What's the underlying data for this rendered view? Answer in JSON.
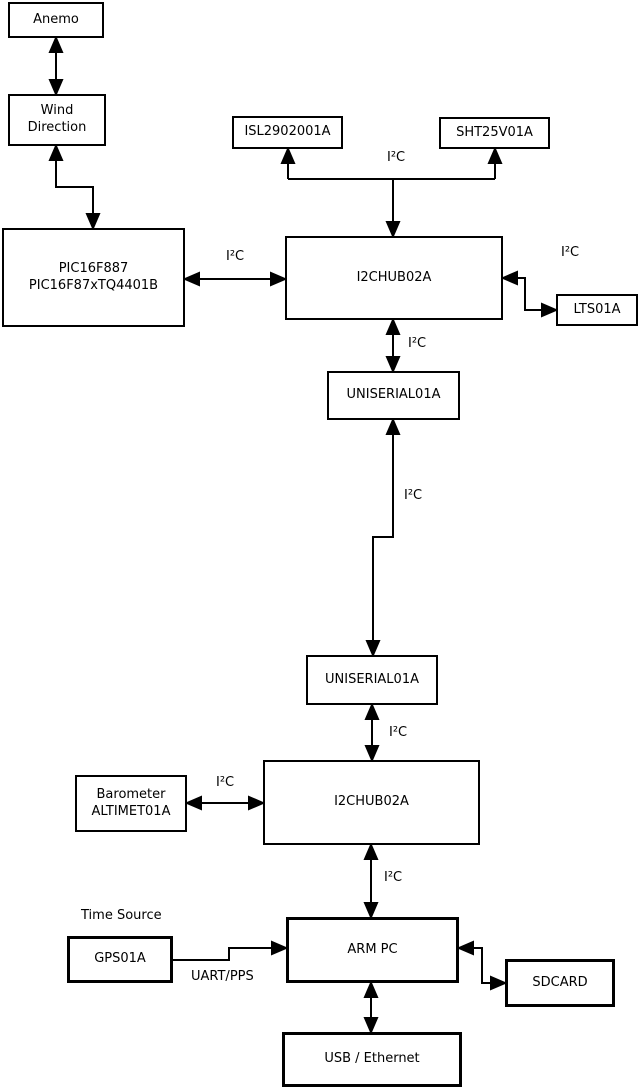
{
  "diagram": {
    "colors": {
      "background": "#ffffff",
      "stroke": "#000000",
      "box_fill": "#ffffff",
      "text": "#000000"
    },
    "nodes": {
      "anemo": {
        "label": "Anemo"
      },
      "wind": {
        "label": "Wind\nDirection"
      },
      "pic": {
        "label": "PIC16F887\nPIC16F87xTQ4401B"
      },
      "isl": {
        "label": "ISL2902001A"
      },
      "sht": {
        "label": "SHT25V01A"
      },
      "i2chub_1": {
        "label": "I2CHUB02A"
      },
      "lts": {
        "label": "LTS01A"
      },
      "uniserial_1": {
        "label": "UNISERIAL01A"
      },
      "uniserial_2": {
        "label": "UNISERIAL01A"
      },
      "i2chub_2": {
        "label": "I2CHUB02A"
      },
      "barometer": {
        "label": "Barometer\nALTIMET01A"
      },
      "arm_pc": {
        "label": "ARM PC"
      },
      "gps": {
        "label": "GPS01A"
      },
      "sdcard": {
        "label": "SDCARD"
      },
      "usb_ethernet": {
        "label": "USB / Ethernet"
      }
    },
    "edge_labels": {
      "i2c_top": "I²C",
      "i2c_pic_hub": "I²C",
      "i2c_lts": "I²C",
      "i2c_hub1_uni1": "I²C",
      "i2c_long": "I²C",
      "i2c_uni2_hub2": "I²C",
      "i2c_barometer": "I²C",
      "i2c_hub2_armpc": "I²C",
      "time_source": "Time Source",
      "uart_pps": "UART/PPS"
    }
  }
}
